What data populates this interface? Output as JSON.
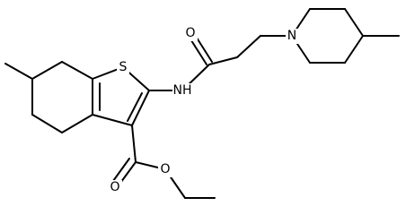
{
  "molecule": {
    "atoms": {
      "sulfur": "S",
      "amide_nitrogen": "NH",
      "amide_oxygen": "O",
      "piperidine_nitrogen": "N",
      "ester_carbonyl_oxygen": "O",
      "ester_ether_oxygen": "O"
    }
  }
}
